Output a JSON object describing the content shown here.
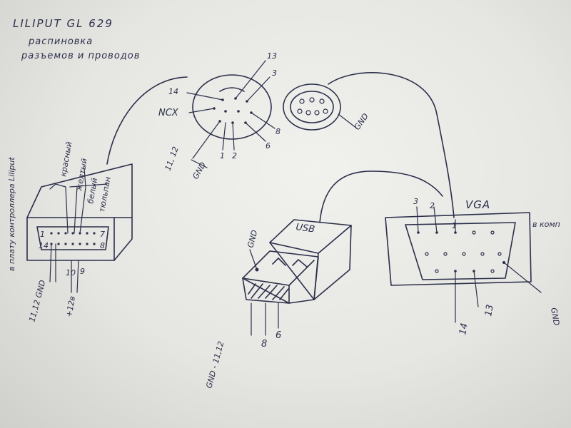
{
  "title": "LILIPUT   GL 629",
  "subtitle_line1": "распиновка",
  "subtitle_line2": "разъемов и проводов",
  "side_label": "в плату контроллера Liliput",
  "minidin": {
    "pin_labels": {
      "p13": "13",
      "p3": "3",
      "p14": "14",
      "p8": "8",
      "p6": "6",
      "p1": "1",
      "p2": "2",
      "p11_12": "11, 12"
    },
    "ncx": "NCX",
    "gnd": "GND"
  },
  "minidin2": {
    "gnd": "GND"
  },
  "db15": {
    "wire_labels": {
      "red": "красный",
      "yellow": "желтый",
      "white": "белый",
      "tulip": "тюльпан"
    },
    "pin_labels": {
      "p1": "1",
      "p7": "7",
      "p14": "14",
      "p8": "8",
      "p10": "10",
      "p9": "9"
    },
    "gnd_label": "11,12 GND",
    "v12_label": "+12в"
  },
  "usb": {
    "title": "USB",
    "gnd": "GND",
    "pins_label": "GND - 11,12",
    "p8": "8",
    "p6": "6"
  },
  "vga": {
    "title": "VGA",
    "to_pc": "в комп",
    "pin_labels": {
      "p3": "3",
      "p2": "2",
      "p1": "1",
      "p14": "14",
      "p13": "13"
    },
    "gnd": "GND"
  }
}
